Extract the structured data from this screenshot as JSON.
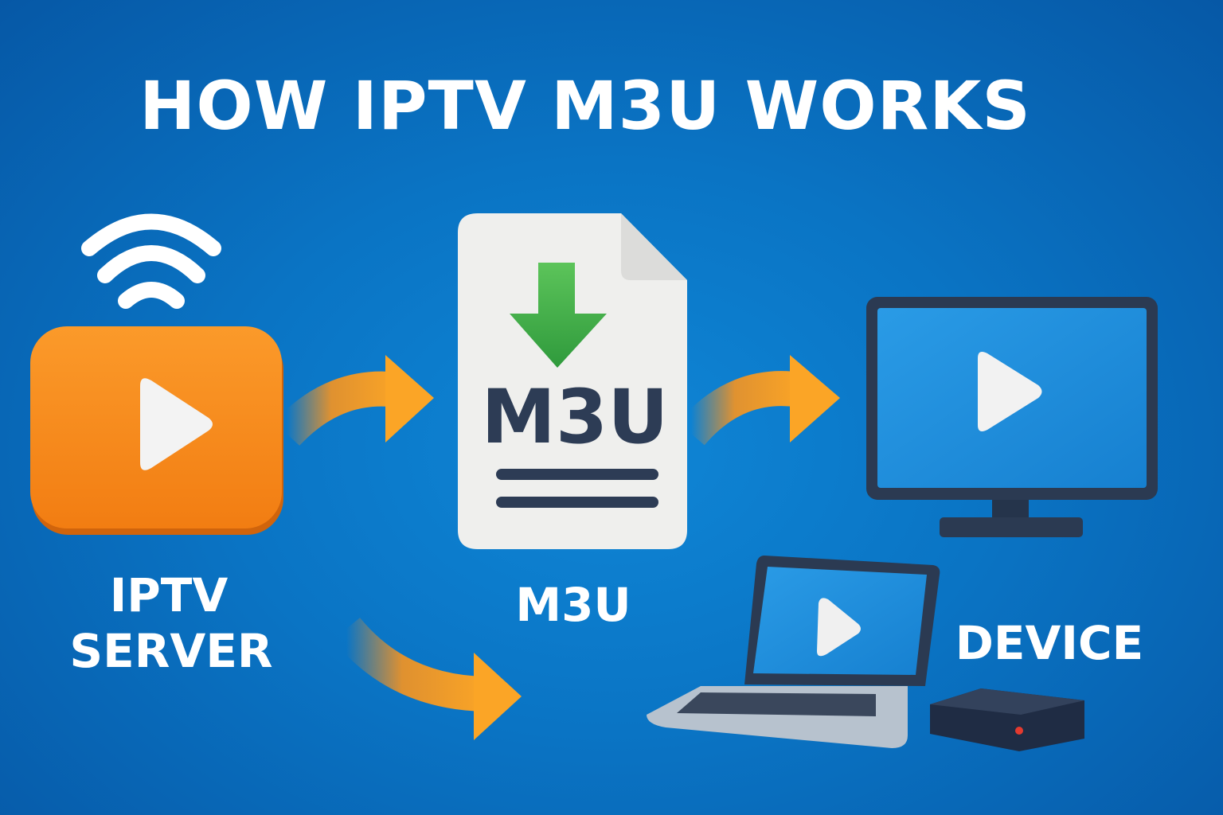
{
  "title": "HOW IPTV M3U WORKS",
  "server": {
    "label_line1": "IPTV",
    "label_line2": "SERVER"
  },
  "playlist": {
    "file_text": "M3U",
    "label": "M3U"
  },
  "devices": {
    "label": "DEVICE"
  },
  "colors": {
    "orange": "#f7901e",
    "green": "#3fae49",
    "dark": "#2d3c55",
    "screen": "#1e8fdc"
  }
}
